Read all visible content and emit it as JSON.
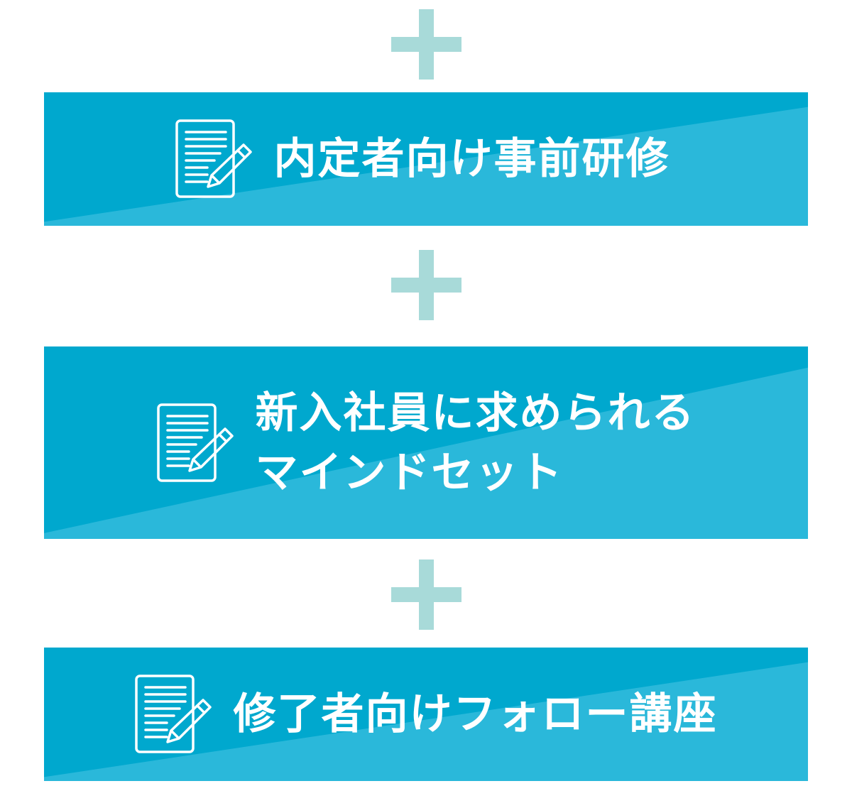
{
  "colors": {
    "dark": "#00a8ce",
    "light": "#2ab8da",
    "plus": "#a8dad9"
  },
  "items": [
    {
      "title": "内定者向け事前研修",
      "icon": "document-pencil-icon"
    },
    {
      "title": "新入社員に求められる\nマインドセット",
      "icon": "document-pencil-icon"
    },
    {
      "title": "修了者向けフォロー講座",
      "icon": "document-pencil-icon"
    }
  ]
}
